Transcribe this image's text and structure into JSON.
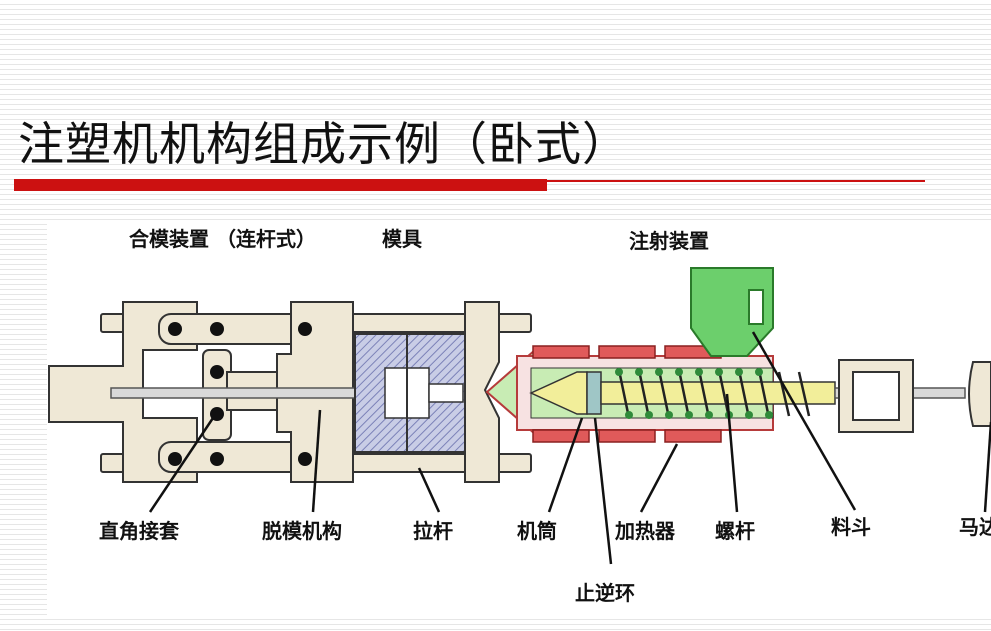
{
  "title": "注塑机机构组成示例（卧式）",
  "labels": {
    "clamp_unit": "合模装置 （连杆式）",
    "mold": "模具",
    "injection_unit": "注射装置",
    "toggle_sleeve": "直角接套",
    "ejector": "脱模机构",
    "tie_bar": "拉杆",
    "barrel": "机筒",
    "heater": "加热器",
    "screw": "螺杆",
    "hopper": "料斗",
    "motor": "马达",
    "check_ring": "止逆环"
  },
  "colors": {
    "accent_red": "#cc1111",
    "frame_fill": "#efe8d6",
    "mold_fill": "#c9cde6",
    "nozzle_fill": "#c8ecb4",
    "hopper_fill": "#6ccf6c",
    "screw_fill": "#f2ee9a",
    "heater_fill": "#e05a5a"
  }
}
